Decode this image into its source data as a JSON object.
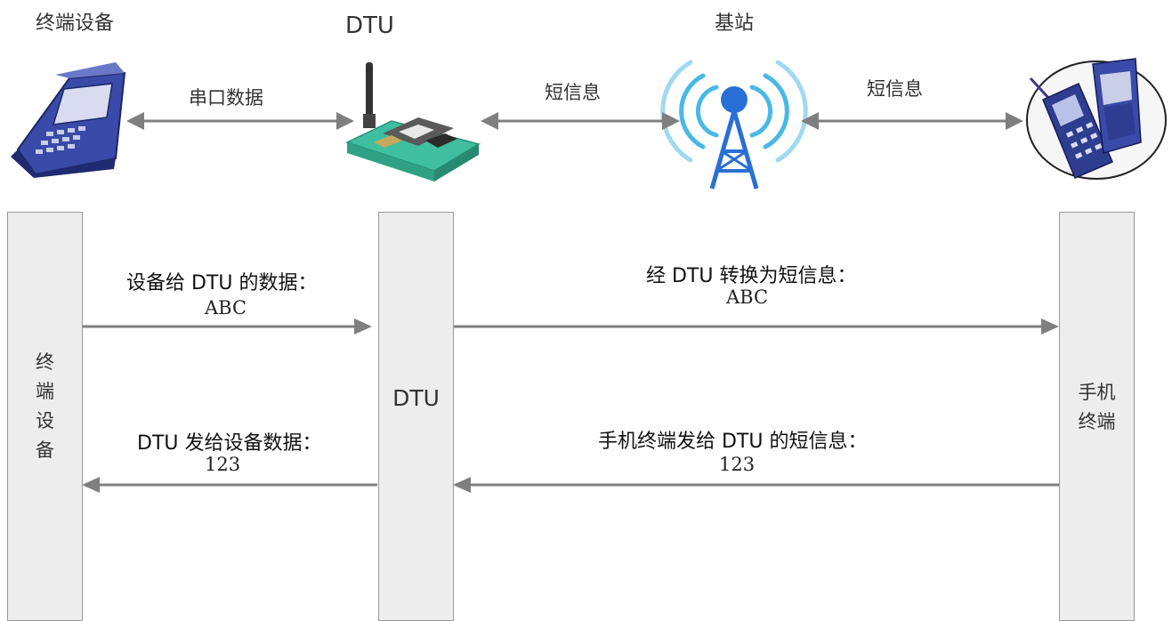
{
  "top": {
    "terminal_label": "终端设备",
    "dtu_label": "DTU",
    "station_label": "基站"
  },
  "links": {
    "serial_label": "串口数据",
    "sms_label_1": "短信息",
    "sms_label_2": "短信息"
  },
  "lanes": {
    "terminal_chars": [
      "终",
      "端",
      "设",
      "备"
    ],
    "dtu_text": "DTU",
    "phone_lines": [
      "手机",
      "终端"
    ]
  },
  "messages": [
    {
      "title": "设备给 DTU 的数据：",
      "value": "ABC"
    },
    {
      "title": "经 DTU 转换为短信息：",
      "value": "ABC"
    },
    {
      "title": "DTU 发给设备数据：",
      "value": "123"
    },
    {
      "title": "手机终端发给 DTU 的短信息：",
      "value": "123"
    }
  ],
  "colors": {
    "arrow": "#7f7f7f",
    "tower": "#2a6fd6",
    "wave": "#49b8e6",
    "board": "#3fbf9f",
    "device": "#2e3d8f"
  }
}
